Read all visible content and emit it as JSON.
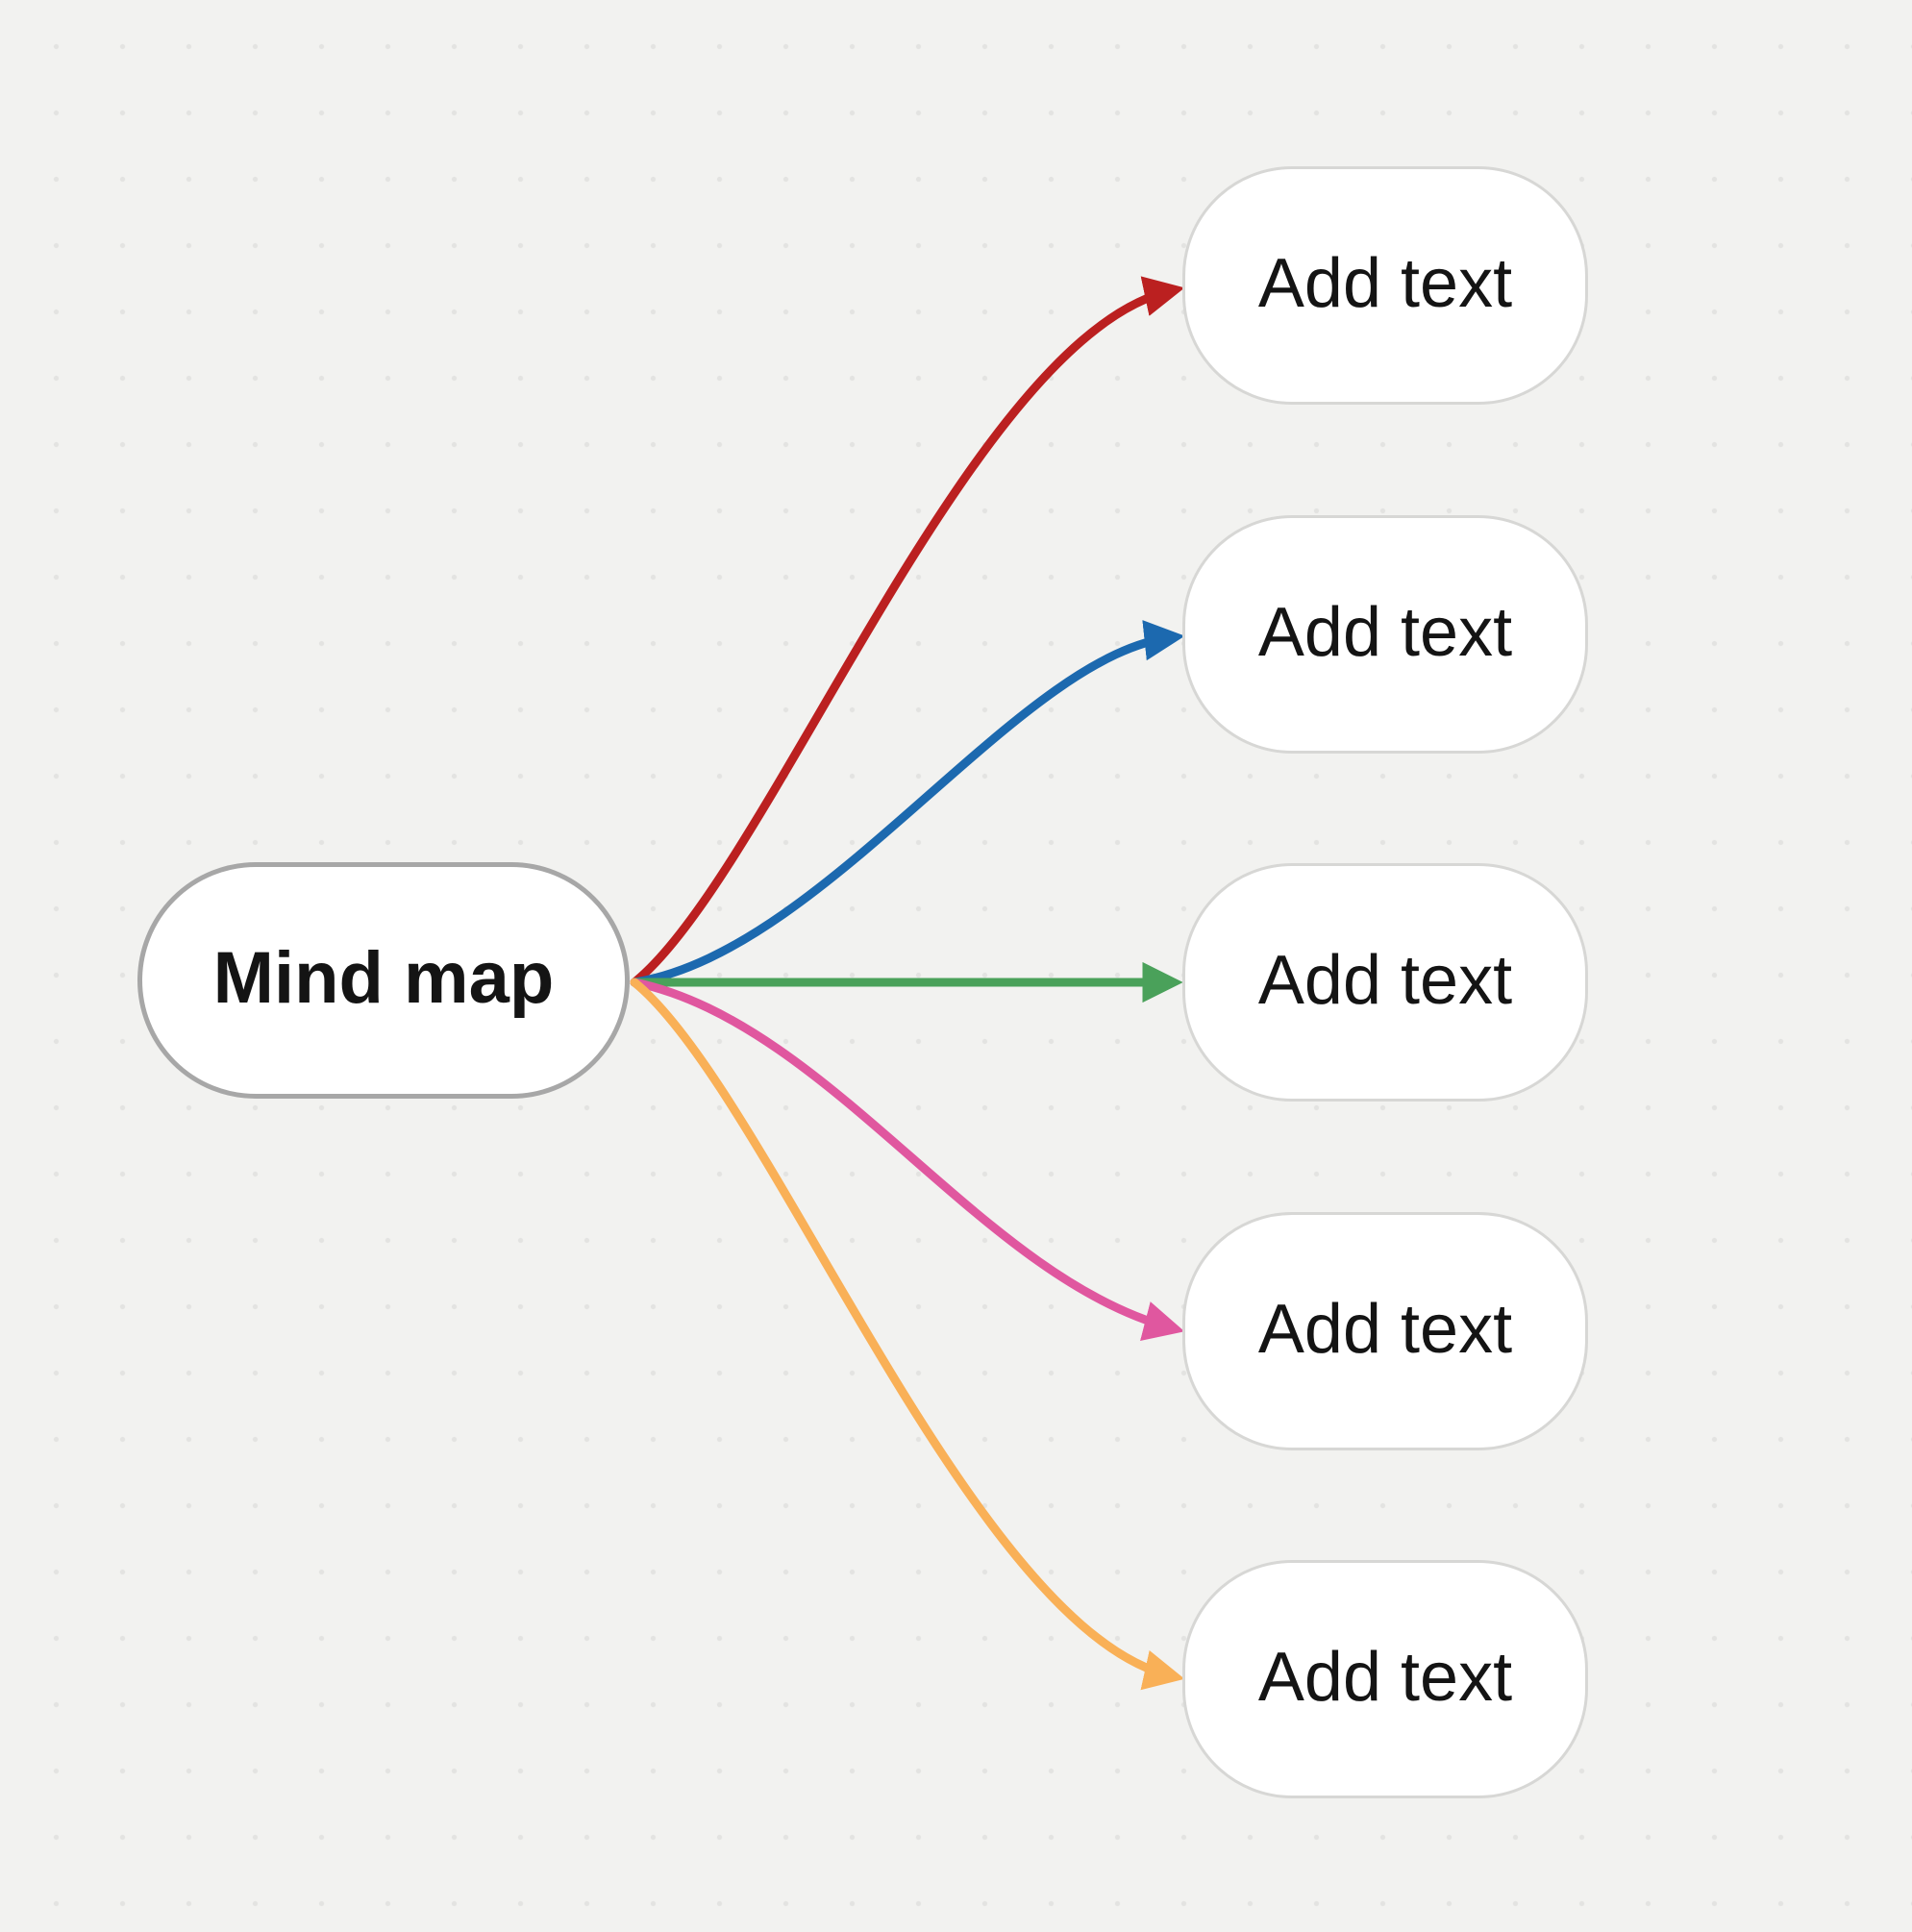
{
  "canvas": {
    "background_color": "#f2f2f0",
    "dot_grid_color": "#e3e3e1"
  },
  "root": {
    "label": "Mind map",
    "fill": "#ffffff",
    "border_color": "#a7a7a7",
    "text_color": "#141414"
  },
  "branch_style": {
    "fill": "#ffffff",
    "border_color": "#d7d7d5",
    "text_color": "#141414"
  },
  "branches": [
    {
      "label": "Add text",
      "connector_color": "#bb2020"
    },
    {
      "label": "Add text",
      "connector_color": "#1c69af"
    },
    {
      "label": "Add text",
      "connector_color": "#4aa15a"
    },
    {
      "label": "Add text",
      "connector_color": "#e0579f"
    },
    {
      "label": "Add text",
      "connector_color": "#f9b057"
    }
  ]
}
